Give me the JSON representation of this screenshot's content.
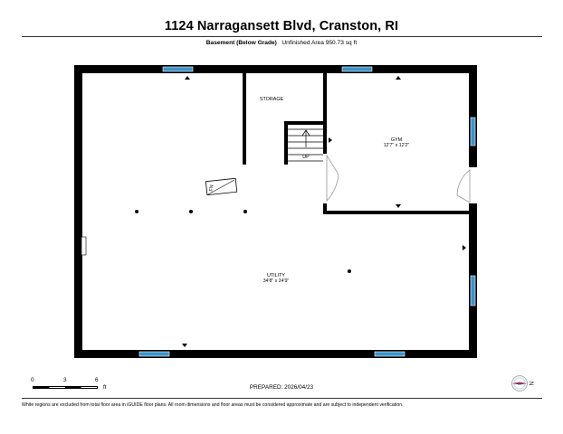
{
  "header": {
    "address": "1124 Narragansett Blvd, Cranston, RI",
    "floor_name": "Basement (Below Grade)",
    "area_text": "Unfinished Area 950.73 sq ft"
  },
  "rooms": {
    "storage": {
      "name": "STORAGE"
    },
    "gym": {
      "name": "GYM",
      "dims": "12'7\" x 12'2\""
    },
    "utility": {
      "name": "UTILITY",
      "dims": "34'8\" x 24'9\""
    },
    "stairs_label": "UP",
    "fn_label": "FN"
  },
  "scale": {
    "labels": [
      "0",
      "3",
      "6"
    ],
    "unit": "ft"
  },
  "compass": {
    "label": "N"
  },
  "footer": {
    "prepared": "PREPARED: 2026/04/23",
    "disclaimer": "White regions are excluded from total floor area in iGUIDE floor plans. All room dimensions and floor areas must be considered approximate and are subject to independent verification."
  },
  "colors": {
    "wall": "#000000",
    "window": "#3a93c9",
    "door_arc": "#888888"
  }
}
